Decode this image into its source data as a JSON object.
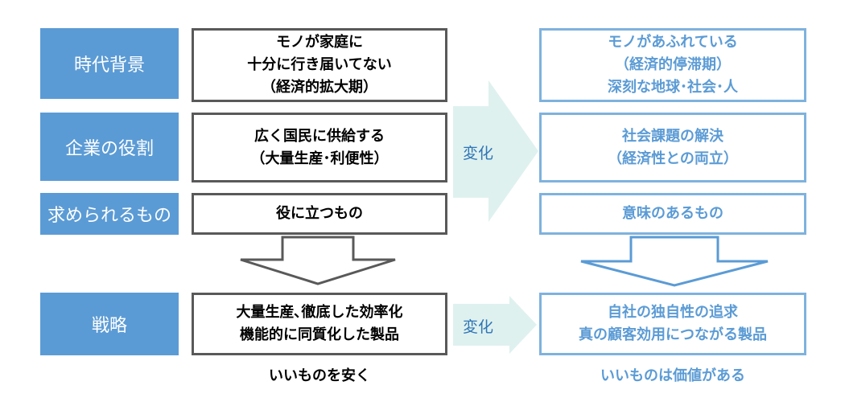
{
  "row_labels": [
    "時代背景",
    "企業の役割",
    "求められるもの",
    "戦略"
  ],
  "left": {
    "boxes": [
      [
        "モノが家庭に",
        "十分に行き届いてない",
        "（経済的拡大期）"
      ],
      [
        "広く国民に供給する",
        "（大量生産･利便性）"
      ],
      [
        "役に立つもの"
      ]
    ],
    "strategy": [
      "大量生産､徹底した効率化",
      "機能的に同質化した製品"
    ],
    "caption": "いいものを安く"
  },
  "right": {
    "boxes": [
      [
        "モノがあふれている",
        "（経済的停滞期）",
        "深刻な地球･社会･人"
      ],
      [
        "社会課題の解決",
        "（経済性との両立）"
      ],
      [
        "意味のあるもの"
      ]
    ],
    "strategy": [
      "自社の独自性の追求",
      "真の顧客効用につながる製品"
    ],
    "caption": "いいものは価値がある"
  },
  "change_label": "変化",
  "colors": {
    "label_fill": "#5b9bd5",
    "dark_border": "#595959",
    "light_border": "#7fb2dd",
    "light_text": "#5b9bd5",
    "change_arrow_fill": "#dff1ef",
    "change_text": "#2e75b6"
  }
}
